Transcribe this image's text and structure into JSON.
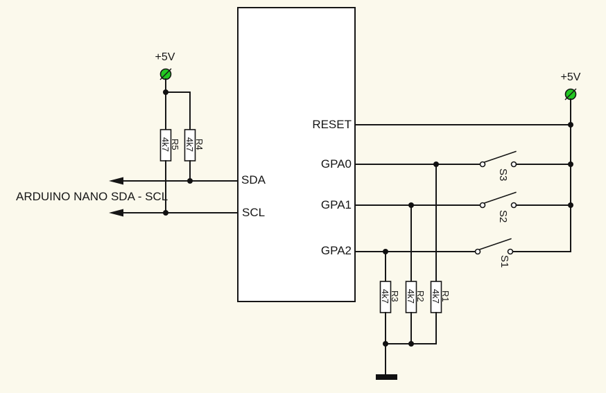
{
  "canvas": {
    "background": "#FBF9EC",
    "wire_color": "#161616",
    "power_color": "#22C822",
    "component_fill": "#FFFFFF"
  },
  "note": {
    "text": "ARDUINO NANO SDA - SCL"
  },
  "power": {
    "left_label": "+5V",
    "right_label": "+5V"
  },
  "ic": {
    "left_pins": [
      {
        "name": "SDA"
      },
      {
        "name": "SCL"
      }
    ],
    "right_pins": [
      {
        "name": "RESET"
      },
      {
        "name": "GPA0"
      },
      {
        "name": "GPA1"
      },
      {
        "name": "GPA2"
      }
    ]
  },
  "resistors": [
    {
      "name": "R5",
      "value": "4k7"
    },
    {
      "name": "R4",
      "value": "4k7"
    },
    {
      "name": "R3",
      "value": "4k7"
    },
    {
      "name": "R2",
      "value": "4k7"
    },
    {
      "name": "R1",
      "value": "4k7"
    }
  ],
  "switches": [
    {
      "name": "S3"
    },
    {
      "name": "S2"
    },
    {
      "name": "S1"
    }
  ]
}
